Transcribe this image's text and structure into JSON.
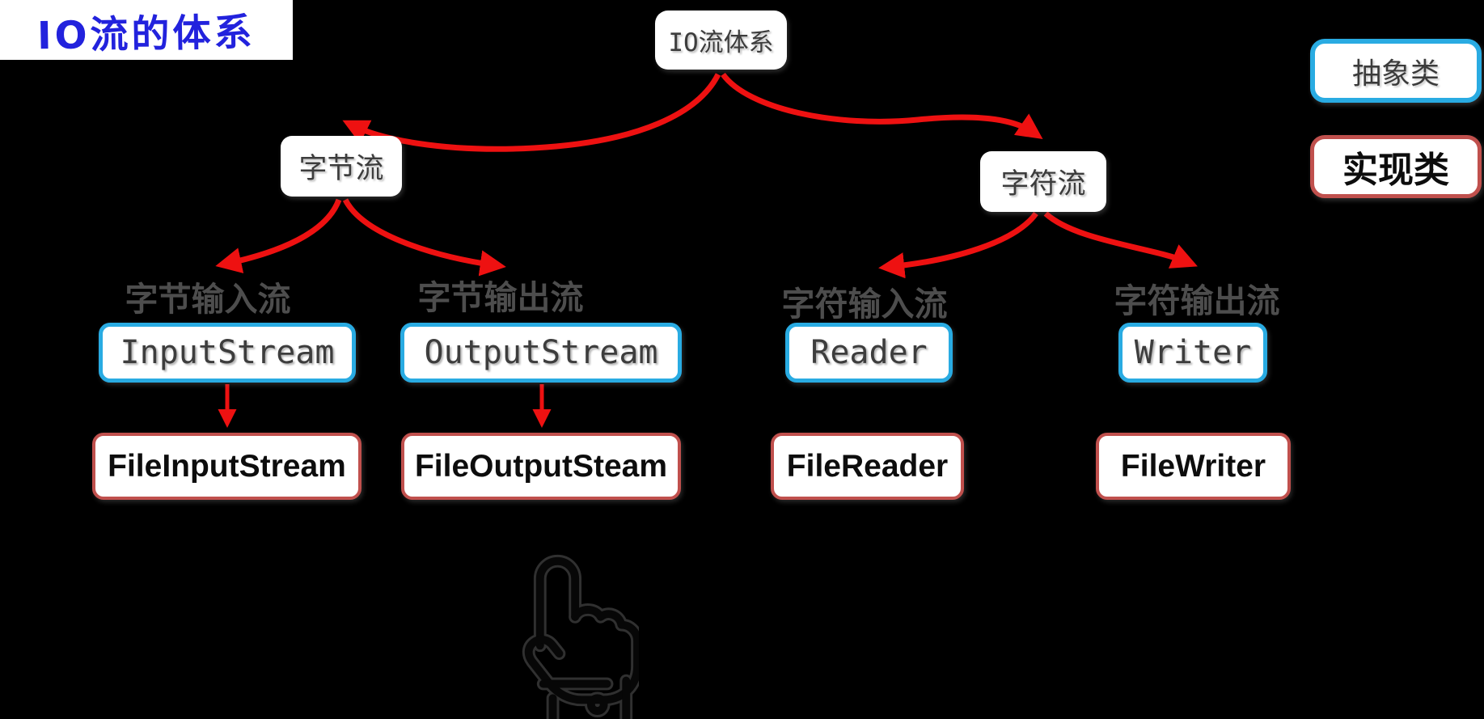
{
  "page_title": "IO流的体系",
  "root": {
    "label": "IO流体系"
  },
  "legend": {
    "abstract": "抽象类",
    "implementation": "实现类"
  },
  "branches": {
    "byte": "字节流",
    "char": "字符流"
  },
  "categories": [
    {
      "label": "字节输入流",
      "abstract": "InputStream",
      "implementation": "FileInputStream"
    },
    {
      "label": "字节输出流",
      "abstract": "OutputStream",
      "implementation": "FileOutputSteam"
    },
    {
      "label": "字符输入流",
      "abstract": "Reader",
      "implementation": "FileReader"
    },
    {
      "label": "字符输出流",
      "abstract": "Writer",
      "implementation": "FileWriter"
    }
  ],
  "icons": [
    {
      "name": "tap-hand-icon",
      "meaning": "pointing finger emphasis under FileOutputSteam"
    }
  ],
  "colors": {
    "background": "#000000",
    "title_text": "#2222dd",
    "node_text": "#3d3d3d",
    "label_text": "#4d4d4d",
    "abstract_border": "#29abe2",
    "implementation_border": "#c0504d",
    "implementation_text": "#0d0d0d",
    "arrow": "#ee1111"
  }
}
